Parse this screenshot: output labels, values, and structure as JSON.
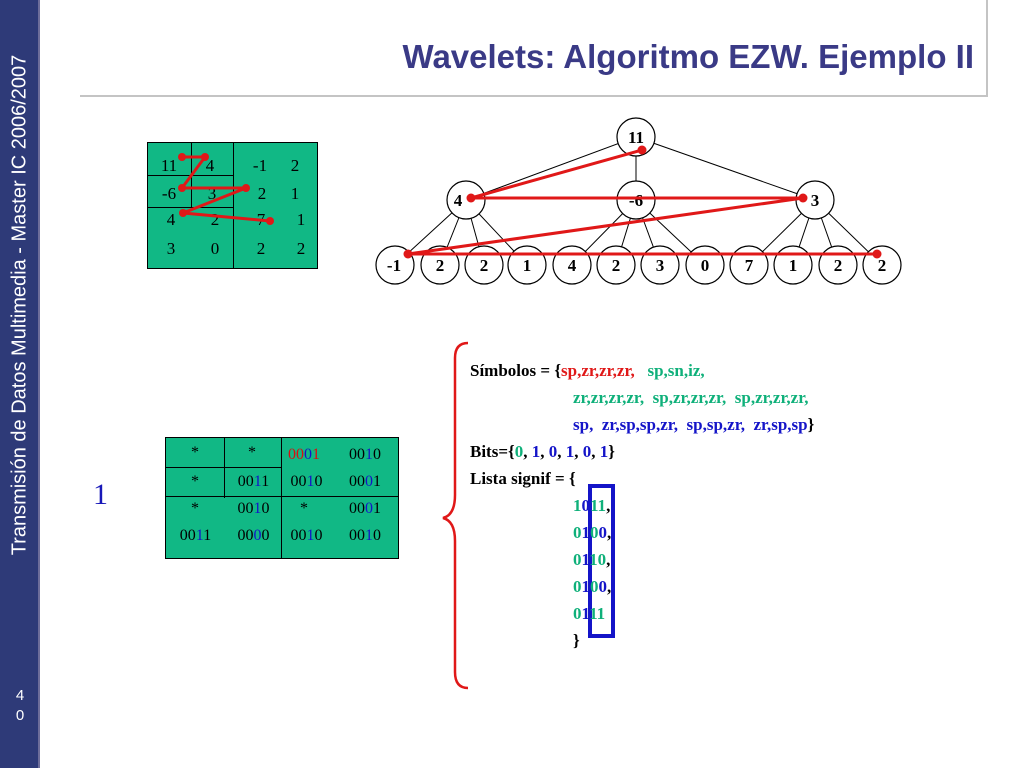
{
  "sidebar": {
    "title": "Transmisión de Datos Multimedia - Master IC 2006/2007",
    "slide_number": "40"
  },
  "header": {
    "title": "Wavelets: Algoritmo EZW. Ejemplo II"
  },
  "matrix_a": {
    "cells": [
      [
        "11",
        "4",
        "-1",
        "2"
      ],
      [
        "-6",
        "3",
        "2",
        "1"
      ],
      [
        "4",
        "2",
        "7",
        "1"
      ],
      [
        "3",
        "0",
        "2",
        "2"
      ]
    ]
  },
  "tree": {
    "root": "11",
    "level1": [
      "4",
      "-6",
      "3"
    ],
    "level2": [
      "-1",
      "2",
      "2",
      "1",
      "4",
      "2",
      "3",
      "0",
      "7",
      "1",
      "2",
      "2"
    ]
  },
  "matrix_b": {
    "cells": [
      [
        "*",
        "*",
        "0001",
        "0010"
      ],
      [
        "*",
        "0011",
        "0010",
        "0001"
      ],
      [
        "*",
        "0010",
        "*",
        "0001"
      ],
      [
        "0011",
        "0000",
        "0010",
        "0010"
      ]
    ]
  },
  "pass_label": "1",
  "symbols": {
    "label": "Símbolos = {",
    "line1_red": "sp,zr,zr,zr,",
    "line1_green": "sp,sn,iz,",
    "line2_green_a": "zr,zr,zr,zr,",
    "line2_green_b": "sp,zr,zr,zr,",
    "line2_green_c": "sp,zr,zr,zr,",
    "line3_blue_a": "sp,",
    "line3_blue_b": "zr,sp,sp,zr,",
    "line3_blue_c": "sp,sp,zr,",
    "line3_blue_d": "zr,sp,sp",
    "close": "}"
  },
  "bits": {
    "label": "Bits={",
    "values": [
      "0",
      "1",
      "0",
      "1",
      "0",
      "1"
    ],
    "close": "}"
  },
  "signif": {
    "label": "Lista signif = {",
    "items": [
      "1011,",
      "0100,",
      "0110,",
      "0100,",
      "0111"
    ],
    "close": "}"
  },
  "colors": {
    "sidebar": "#2e3a78",
    "title": "#3a3a86",
    "matrix_bg": "#11b885",
    "path_red": "#e01818",
    "highlight_blue": "#1414c8"
  }
}
